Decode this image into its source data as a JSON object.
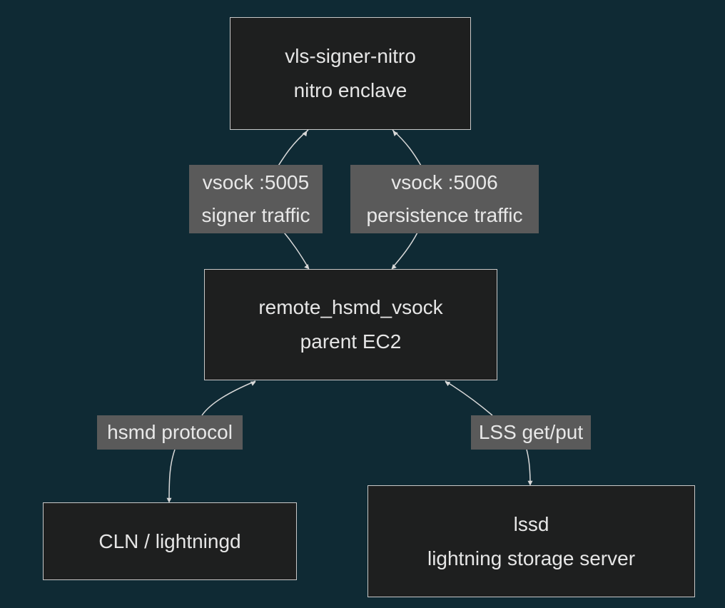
{
  "colors": {
    "background": "#0f2a34",
    "node_fill": "#1e1f1f",
    "node_border": "#c8c8c8",
    "edge": "#d8d8d8",
    "label_fill": "#5a5a5a",
    "text": "#e6e6e6"
  },
  "nodes": {
    "signer": {
      "line1": "vls-signer-nitro",
      "line2": "nitro enclave"
    },
    "parent": {
      "line1": "remote_hsmd_vsock",
      "line2": "parent EC2"
    },
    "cln": {
      "line1": "CLN / lightningd"
    },
    "lssd": {
      "line1": "lssd",
      "line2": "lightning storage server"
    }
  },
  "edges": {
    "signer_traffic": {
      "line1": "vsock :5005",
      "line2": "signer traffic",
      "direction": "bidirectional"
    },
    "persistence_traffic": {
      "line1": "vsock :5006",
      "line2": "persistence traffic",
      "direction": "bidirectional"
    },
    "hsmd_protocol": {
      "line1": "hsmd protocol",
      "direction": "bidirectional"
    },
    "lss_get_put": {
      "line1": "LSS get/put",
      "direction": "bidirectional"
    }
  }
}
